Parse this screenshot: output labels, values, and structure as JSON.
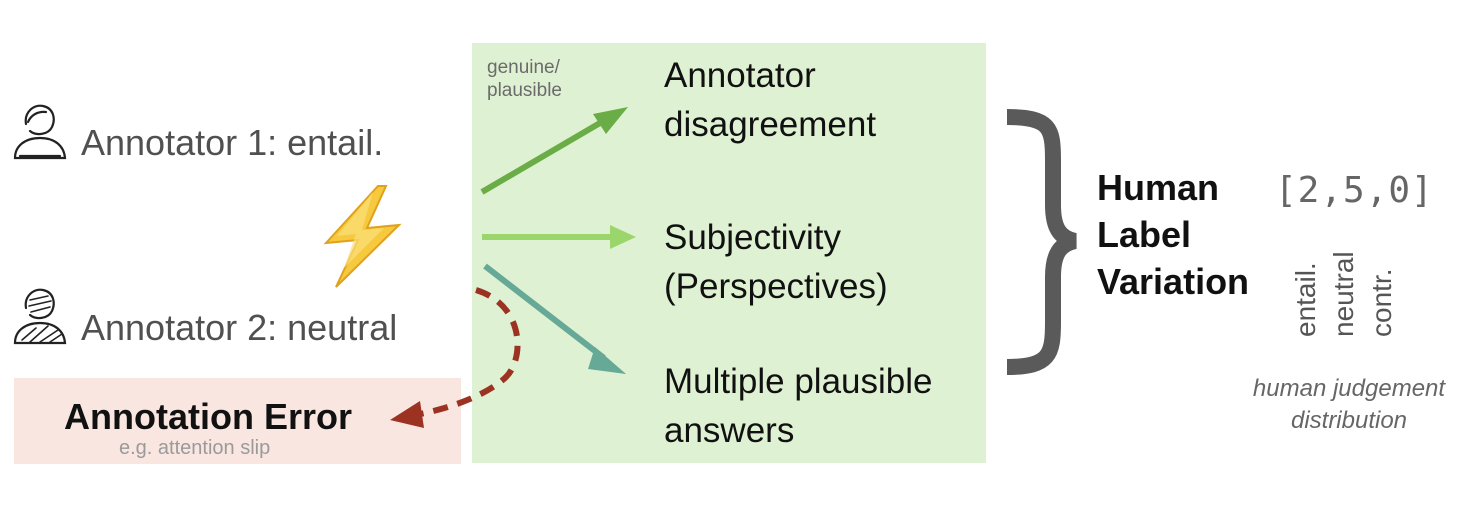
{
  "annotators": [
    {
      "label": "Annotator 1: entail."
    },
    {
      "label": "Annotator 2: neutral"
    }
  ],
  "conflict_icon": "lightning-icon",
  "arrow_label": "genuine/ plausible",
  "categories": [
    {
      "line1": "Annotator",
      "line2": "disagreement"
    },
    {
      "line1": "Subjectivity",
      "line2": "(Perspectives)"
    },
    {
      "line1": "Multiple plausible",
      "line2": "answers"
    }
  ],
  "error": {
    "title": "Annotation Error",
    "subtitle": "e.g. attention slip"
  },
  "result": {
    "title_line1": "Human",
    "title_line2": "Label",
    "title_line3": "Variation"
  },
  "distribution": {
    "vector": "[2,5,0]",
    "labels": [
      "entail.",
      "neutral",
      "contr."
    ],
    "caption_line1": "human judgement",
    "caption_line2": "distribution"
  },
  "colors": {
    "panel_green": "#dff1d3",
    "panel_error": "#f9e6e1",
    "arrow_dark_green": "#6aad47",
    "arrow_light_green": "#9bd66d",
    "arrow_teal": "#65a996",
    "arrow_red": "#9b3222",
    "brace": "#5a5a5a"
  }
}
